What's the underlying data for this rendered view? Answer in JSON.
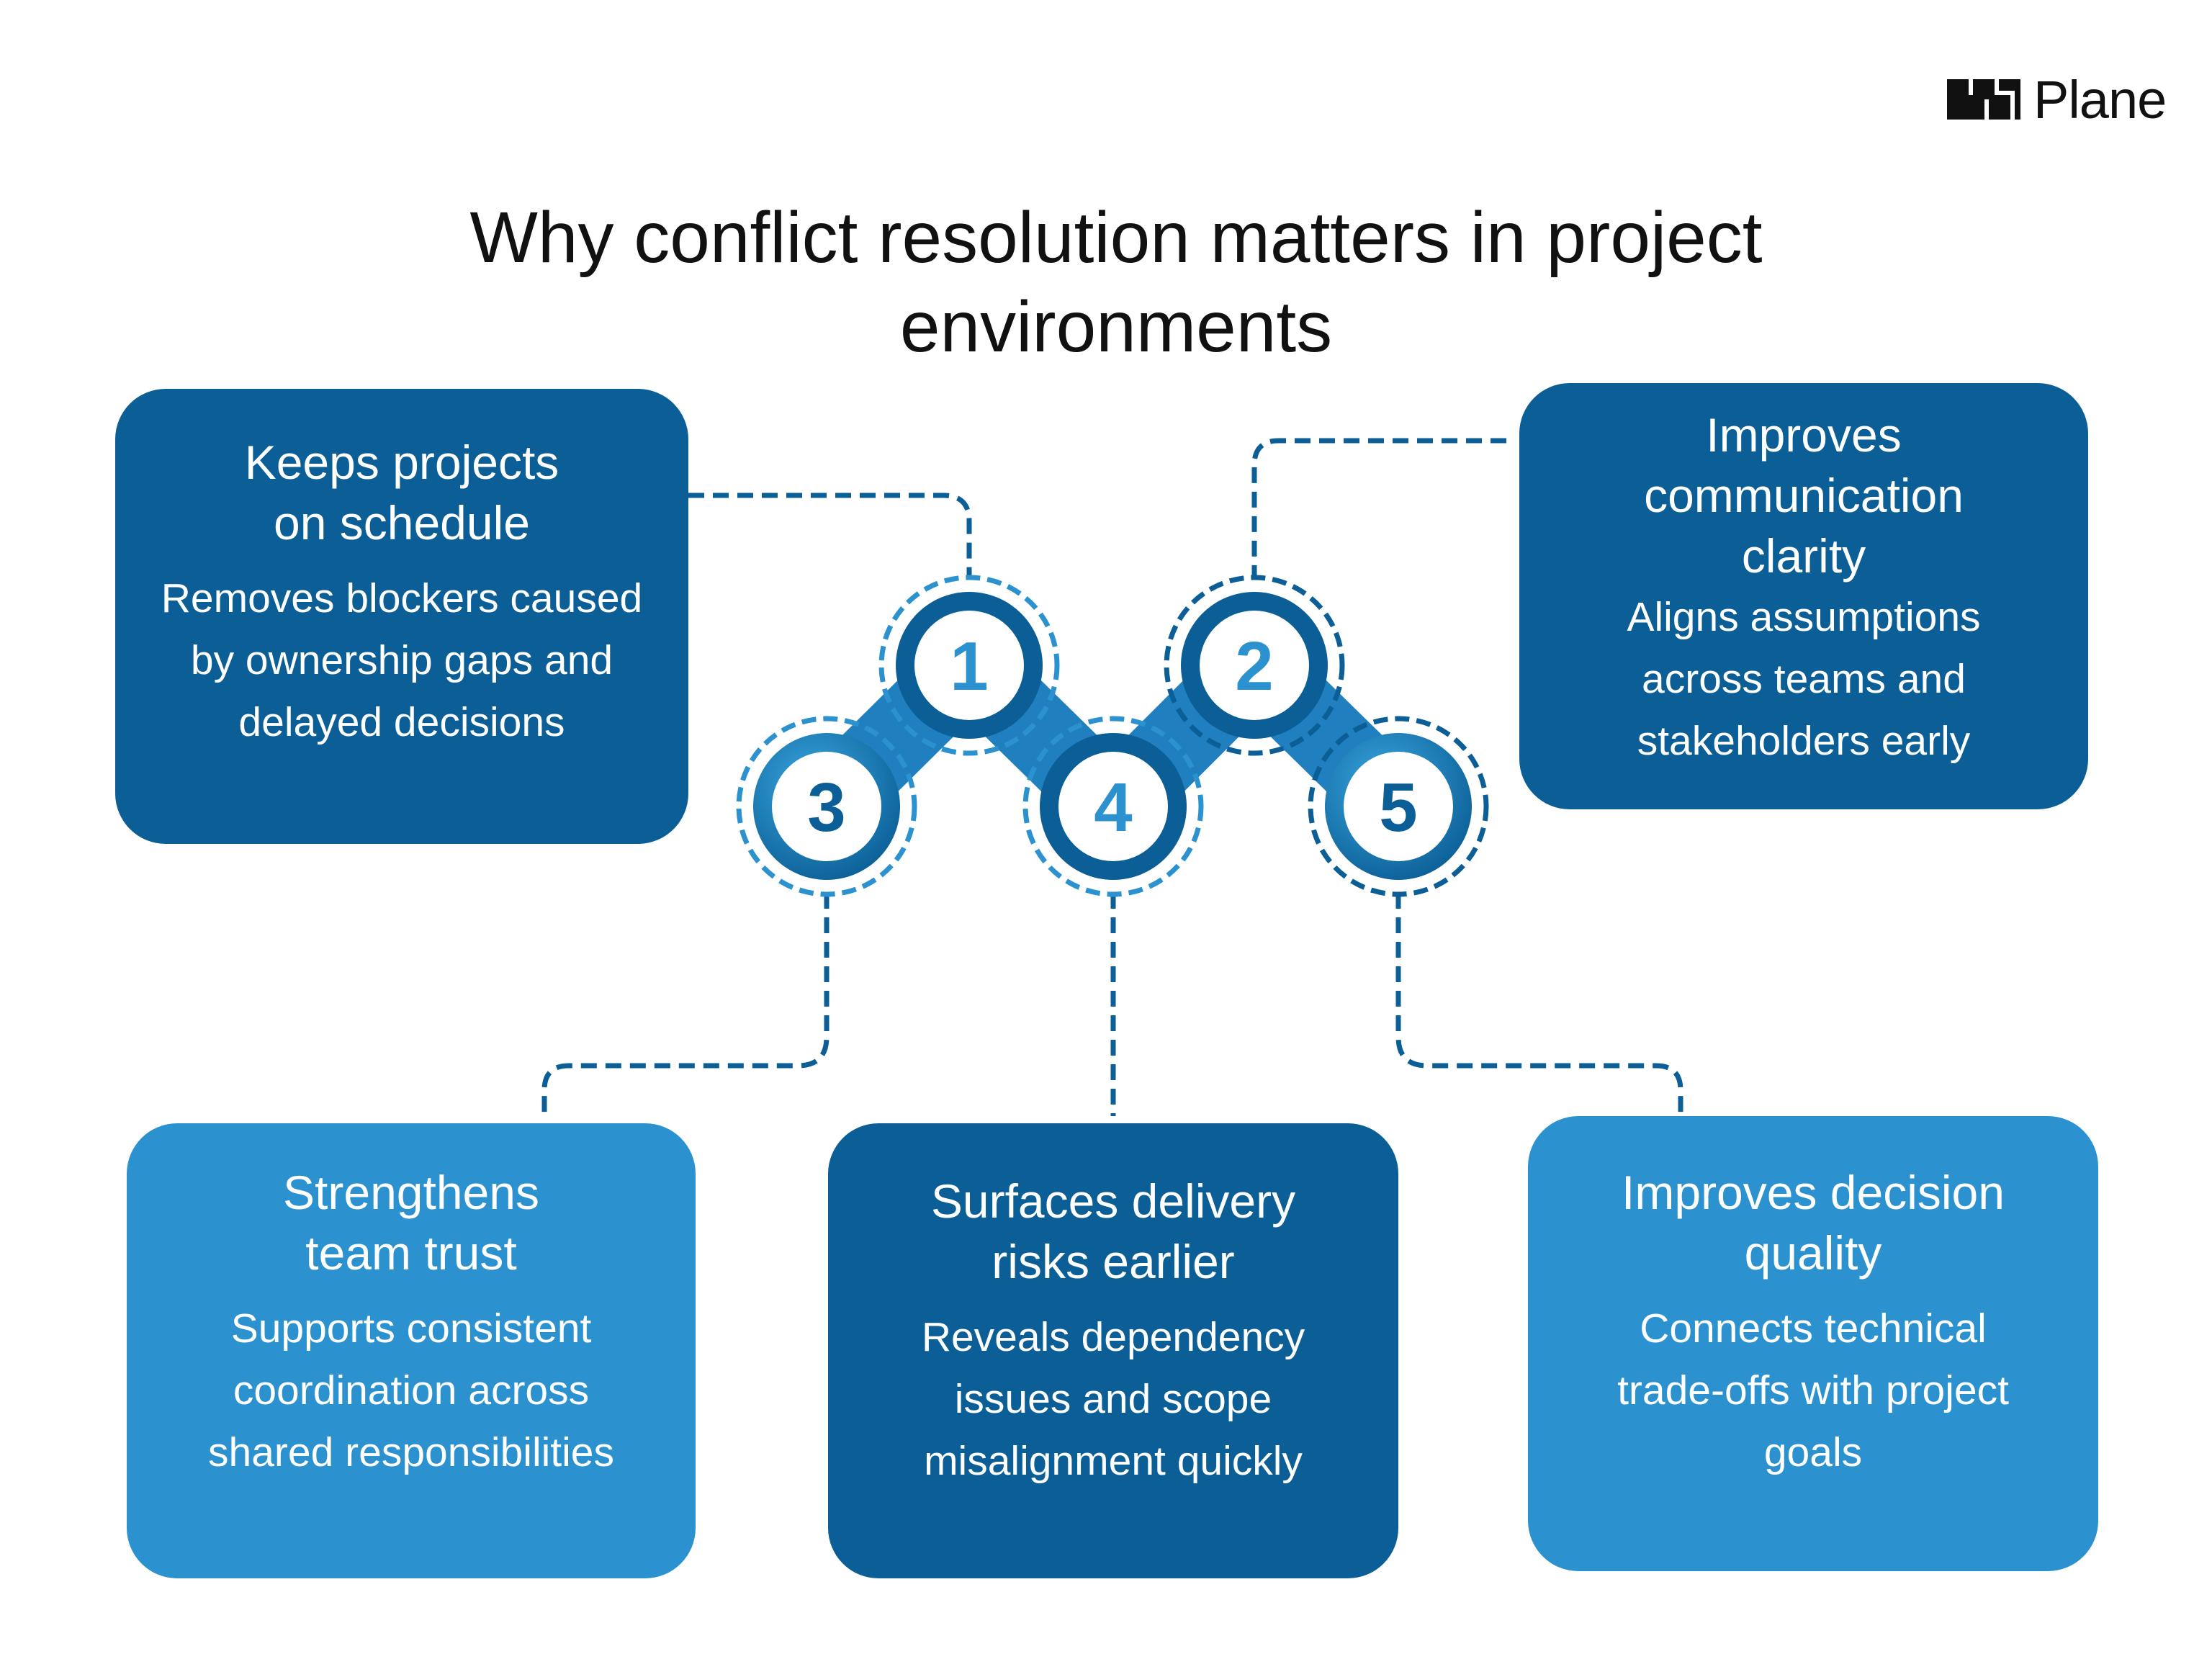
{
  "brand": {
    "name": "Plane"
  },
  "title": "Why conflict resolution matters in project environments",
  "colors": {
    "dark_blue": "#0b5f96",
    "light_blue": "#2b92cf",
    "connector": "#0b5f96"
  },
  "steps": [
    "1",
    "2",
    "3",
    "4",
    "5"
  ],
  "cards": {
    "c1": {
      "heading": "Keeps projects on schedule",
      "body": "Removes blockers caused by ownership gaps and delayed decisions"
    },
    "c2": {
      "heading": "Improves communication clarity",
      "body": "Aligns assumptions across teams and stakeholders early"
    },
    "c3": {
      "heading": "Strengthens team trust",
      "body": "Supports consistent coordination across shared responsibilities"
    },
    "c4": {
      "heading": "Surfaces delivery risks earlier",
      "body": "Reveals dependency issues and scope misalignment quickly"
    },
    "c5": {
      "heading": "Improves decision quality",
      "body": "Connects technical trade-offs with project goals"
    }
  }
}
